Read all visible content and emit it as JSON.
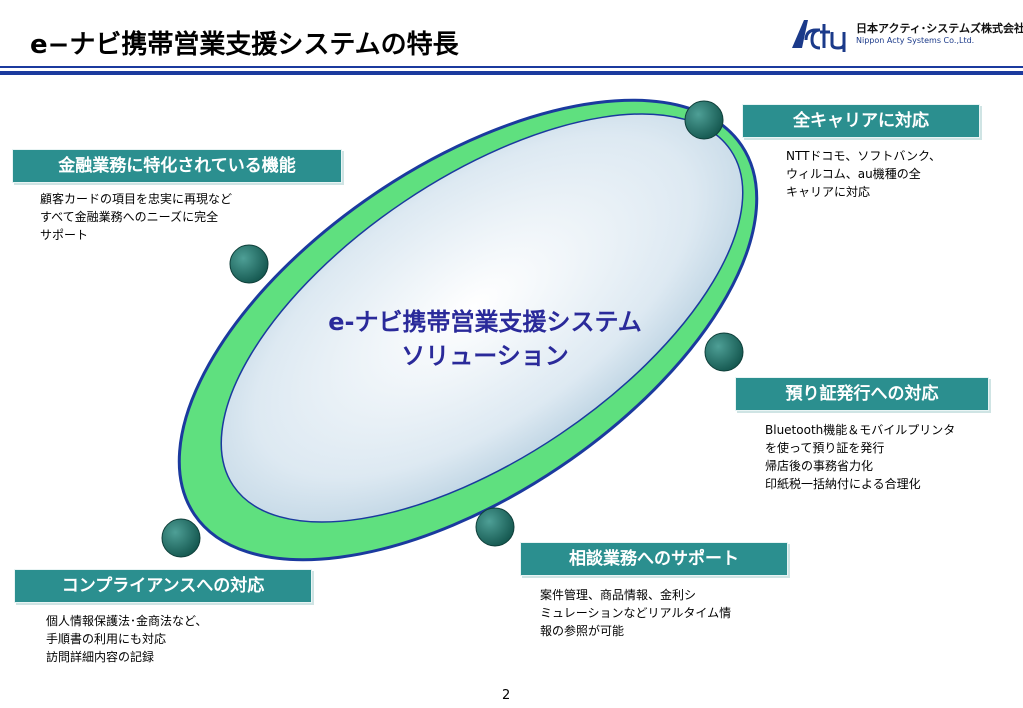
{
  "slide": {
    "title": "e−ナビ携帯営業支援システムの特長",
    "page_number": "2"
  },
  "logo": {
    "company_ja": "日本アクティ･システムズ株式会社",
    "company_en": "Nippon Acty Systems Co.,Ltd."
  },
  "center": {
    "line1": "e-ナビ携帯営業支援システム",
    "line2": "ソリューション"
  },
  "features": {
    "financial": {
      "label": "金融業務に特化されている機能",
      "desc": "顧客カードの項目を忠実に再現など\nすべて金融業務へのニーズに完全\nサポート"
    },
    "carrier": {
      "label": "全キャリアに対応",
      "desc": "NTTドコモ、ソフトバンク、\nウィルコム、au機種の全\nキャリアに対応"
    },
    "receipt": {
      "label": "預り証発行への対応",
      "desc": "Bluetooth機能＆モバイルプリンタ\nを使って預り証を発行\n帰店後の事務省力化\n印紙税一括納付による合理化"
    },
    "consult": {
      "label": "相談業務へのサポート",
      "desc": "案件管理、商品情報、金利シ\nミュレーションなどリアルタイム情\n報の参照が可能"
    },
    "compliance": {
      "label": "コンプライアンスへの対応",
      "desc": "個人情報保護法･金商法など、\n手順書の利用にも対応\n訪問詳細内容の記録"
    }
  },
  "colors": {
    "label_bg": "#2b8f8f",
    "rule": "#1b3a9e",
    "ring_green": "#5fe07f",
    "center_text": "#2a2a9a",
    "node": "#1f6e6a"
  }
}
